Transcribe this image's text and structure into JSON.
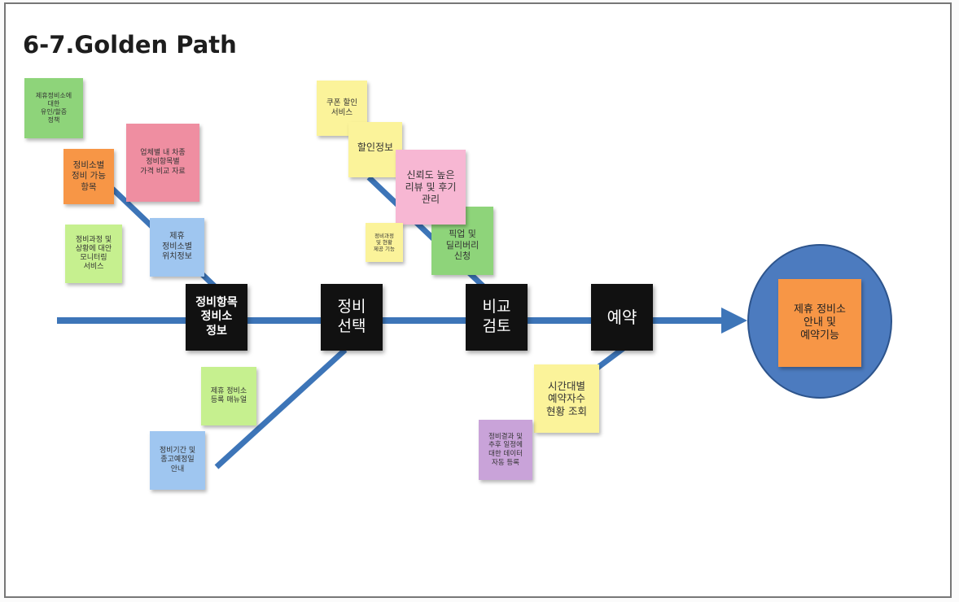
{
  "title": "6-7.Golden Path",
  "colors": {
    "spine": "#3d75b8",
    "stage": "#111111",
    "goal_circle": "#4c7bbf",
    "green": "#8ed47a",
    "orange": "#f79646",
    "pink": "#ef8ea1",
    "blue": "#9fc6f0",
    "light_green": "#c6f08f",
    "yellow": "#fbf39a",
    "light_pink": "#f7b7d3",
    "purple": "#c9a3d9"
  },
  "stages": [
    {
      "id": "info",
      "label": "정비항목\n정비소\n정보"
    },
    {
      "id": "select",
      "label": "정비\n선택"
    },
    {
      "id": "compare",
      "label": "비교\n검토"
    },
    {
      "id": "reserve",
      "label": "예약"
    }
  ],
  "goal": {
    "label": "제휴 정비소\n안내 및\n예약기능"
  },
  "notes": {
    "n1": "제휴정비소에\n대한\n유인/할증\n정책",
    "n2": "정비소별\n정비 가능\n항목",
    "n3": "업체별 내 차종\n정비항목별\n가격 비교 자료",
    "n4": "정비과정 및\n상황에 대안\n모니터링\n서비스",
    "n5": "제휴\n정비소별\n위치정보",
    "n6": "제휴 정비소\n등록 매뉴얼",
    "n7": "정비기간 및\n종고예정일\n안내",
    "n8": "쿠폰 할인\n서비스",
    "n9": "할인정보",
    "n10": "신뢰도 높은\n리뷰 및 후기\n관리",
    "n11": "정비과정\n및 현황\n제공 기능",
    "n12": "픽업 및\n딜리버리\n신청",
    "n13": "시간대별\n예약자수\n현황 조회",
    "n14": "정비결과 및\n추후 일정에\n대한 데이터\n자동 등록"
  }
}
